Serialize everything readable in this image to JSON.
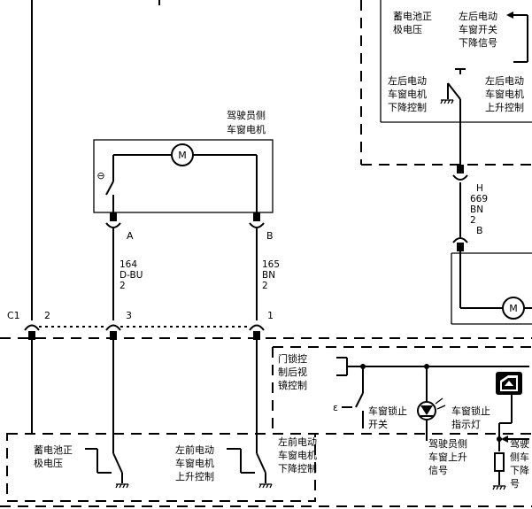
{
  "labels": {
    "driver_motor_title": [
      "驾驶员侧",
      "车窗电机"
    ],
    "motor_symbol": "M",
    "minus_symbol": "⊖",
    "pin_a": "A",
    "pin_b": "B",
    "wire_left": [
      "164",
      "D-BU",
      "2"
    ],
    "wire_right": [
      "165",
      "BN",
      "2"
    ],
    "connector_c1": "C1",
    "c1_pin2": "2",
    "c1_pin3": "3",
    "c1_pin1": "1",
    "rear_battery": [
      "蓄电池正",
      "极电压"
    ],
    "rear_switch_down_signal": [
      "左后电动",
      "车窗开关",
      "下降信号"
    ],
    "rear_motor_down_ctrl": [
      "左后电动",
      "车窗电机",
      "下降控制"
    ],
    "rear_motor_up_ctrl": [
      "左后电动",
      "车窗电机",
      "上升控制"
    ],
    "rear_wire": [
      "H",
      "669",
      "BN",
      "2"
    ],
    "rear_pin_b": "B",
    "door_lock_mirror_ctrl": [
      "门锁控",
      "制后视",
      "镜控制"
    ],
    "window_lock_switch": [
      "车窗锁止",
      "开关"
    ],
    "window_lock_lamp": [
      "车窗锁止",
      "指示灯"
    ],
    "driver_window_up_signal": [
      "驾驶员侧",
      "车窗上升",
      "信号"
    ],
    "driver_side_partial": [
      "驾驶",
      "侧车",
      "下降",
      "号"
    ],
    "front_battery": [
      "蓄电池正",
      "极电压"
    ],
    "front_motor_up_ctrl": [
      "左前电动",
      "车窗电机",
      "上升控制"
    ],
    "front_motor_down_ctrl": [
      "左前电动",
      "车窗电机",
      "下降控制"
    ]
  }
}
